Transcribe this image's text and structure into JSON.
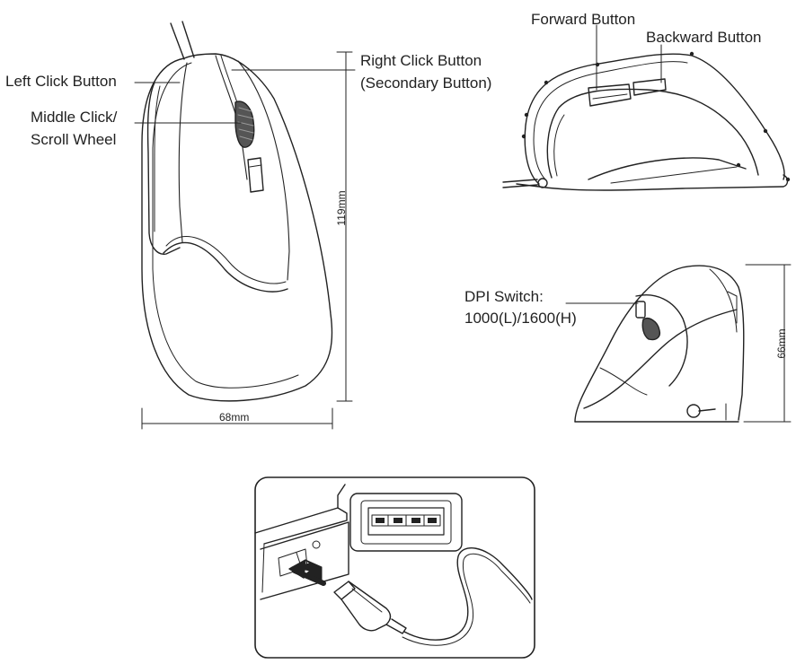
{
  "front_view": {
    "left_click": "Left Click Button",
    "right_click_line1": "Right Click Button",
    "right_click_line2": "(Secondary Button)",
    "middle_click_line1": "Middle Click/",
    "middle_click_line2": "Scroll Wheel",
    "height_dim": "119mm",
    "width_dim": "68mm"
  },
  "side_view": {
    "forward": "Forward Button",
    "backward": "Backward Button"
  },
  "back_view": {
    "dpi_line1": "DPI Switch:",
    "dpi_line2": "1000(L)/1600(H)",
    "height_dim": "66mm"
  },
  "usb_panel": {
    "port_icon": "usb-port-icon",
    "plug_icon": "usb-plug-icon",
    "arrow_icon": "insert-arrow-icon"
  },
  "colors": {
    "line": "#222222",
    "scroll_wheel": "#555555"
  }
}
